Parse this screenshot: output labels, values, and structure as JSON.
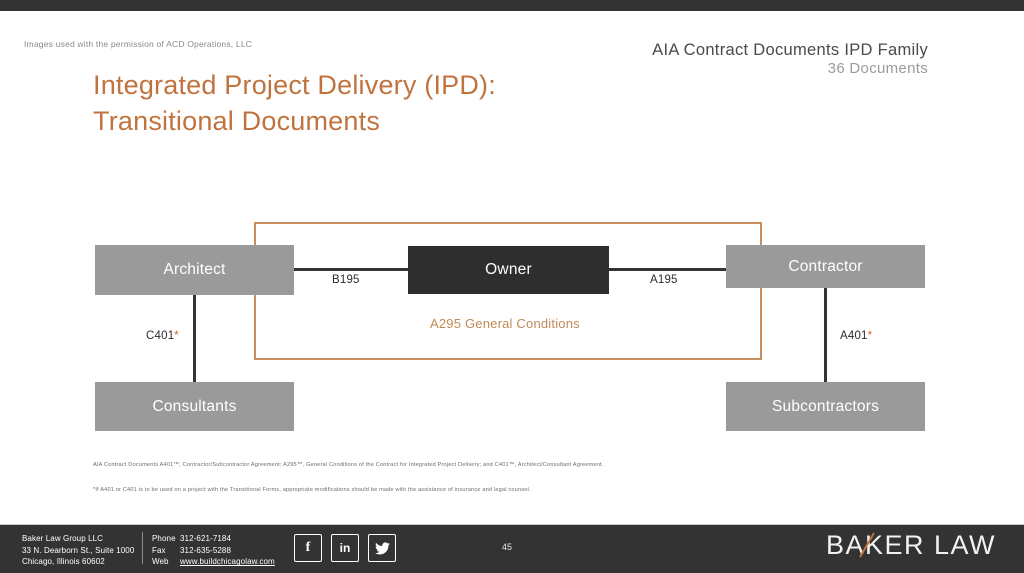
{
  "slide": {
    "credit": "Images used with the permission of ACD Operations, LLC",
    "header": {
      "title": "AIA Contract Documents IPD Family",
      "subtitle": "36 Documents"
    },
    "title_line1": "Integrated Project Delivery (IPD):",
    "title_line2": "Transitional Documents",
    "accent_color": "#c1733f",
    "orange_box_color": "#c98f5f"
  },
  "diagram": {
    "nodes": [
      {
        "id": "architect",
        "label": "Architect",
        "style": "gray"
      },
      {
        "id": "owner",
        "label": "Owner",
        "style": "dark"
      },
      {
        "id": "contractor",
        "label": "Contractor",
        "style": "gray"
      },
      {
        "id": "consultants",
        "label": "Consultants",
        "style": "gray"
      },
      {
        "id": "subcontractors",
        "label": "Subcontractors",
        "style": "gray"
      }
    ],
    "edges": [
      {
        "id": "b195",
        "label": "B195",
        "from": "architect",
        "to": "owner",
        "star": ""
      },
      {
        "id": "a195",
        "label": "A195",
        "from": "owner",
        "to": "contractor",
        "star": ""
      },
      {
        "id": "c401",
        "label": "C401",
        "from": "architect",
        "to": "consultants",
        "star": "*"
      },
      {
        "id": "a401",
        "label": "A401",
        "from": "contractor",
        "to": "subcontractors",
        "star": "*"
      }
    ],
    "enclosure_label": "A295 General Conditions"
  },
  "footnotes": {
    "line1": "AIA Contract Documents A401™, Contractor/Subcontractor Agreement; A295™, General Conditions of the Contract for Integrated Project Delivery; and C401™, Architect/Consultant Agreement.",
    "line2": "*If A401 or C401 is to be used on a project with the Transitional Forms, appropriate modifications should be made with the assistance of insurance and legal counsel."
  },
  "footer": {
    "firm_name": "Baker Law Group LLC",
    "address_line1": "33 N. Dearborn St., Suite 1000",
    "address_line2": "Chicago, Illinois 60602",
    "phone_key": "Phone",
    "phone_value": "312-621-7184",
    "fax_key": "Fax",
    "fax_value": "312-635-5288",
    "web_key": "Web",
    "web_value": "www.buildchicagolaw.com",
    "socials": [
      {
        "id": "facebook",
        "glyph": "f"
      },
      {
        "id": "linkedin",
        "glyph": "in"
      },
      {
        "id": "twitter",
        "glyph": "ᴛ"
      }
    ],
    "page_number": "45",
    "logo_part1": "BA",
    "logo_part2": "K",
    "logo_part3": "ER LAW"
  }
}
